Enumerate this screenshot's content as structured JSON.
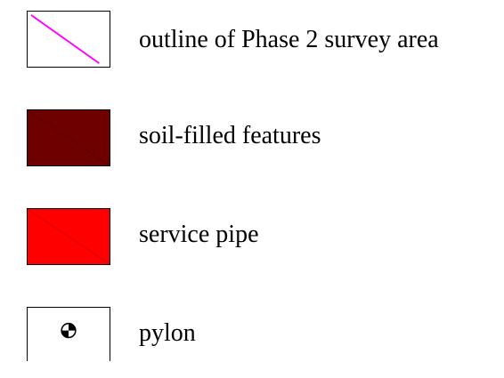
{
  "legend": {
    "items": [
      {
        "label": "outline of Phase 2 survey area",
        "symbol": "magenta-diagonal-line-icon",
        "fill": "#ffffff",
        "stroke": "#ff00ff"
      },
      {
        "label": "soil-filled features",
        "symbol": "filled-box-icon",
        "fill": "#6e0000",
        "stroke": "#000000"
      },
      {
        "label": "service pipe",
        "symbol": "filled-box-icon",
        "fill": "#ff0000",
        "stroke": "#000000"
      },
      {
        "label": "pylon",
        "symbol": "pylon-icon",
        "fill": "#ffffff",
        "stroke": "#000000"
      }
    ]
  }
}
